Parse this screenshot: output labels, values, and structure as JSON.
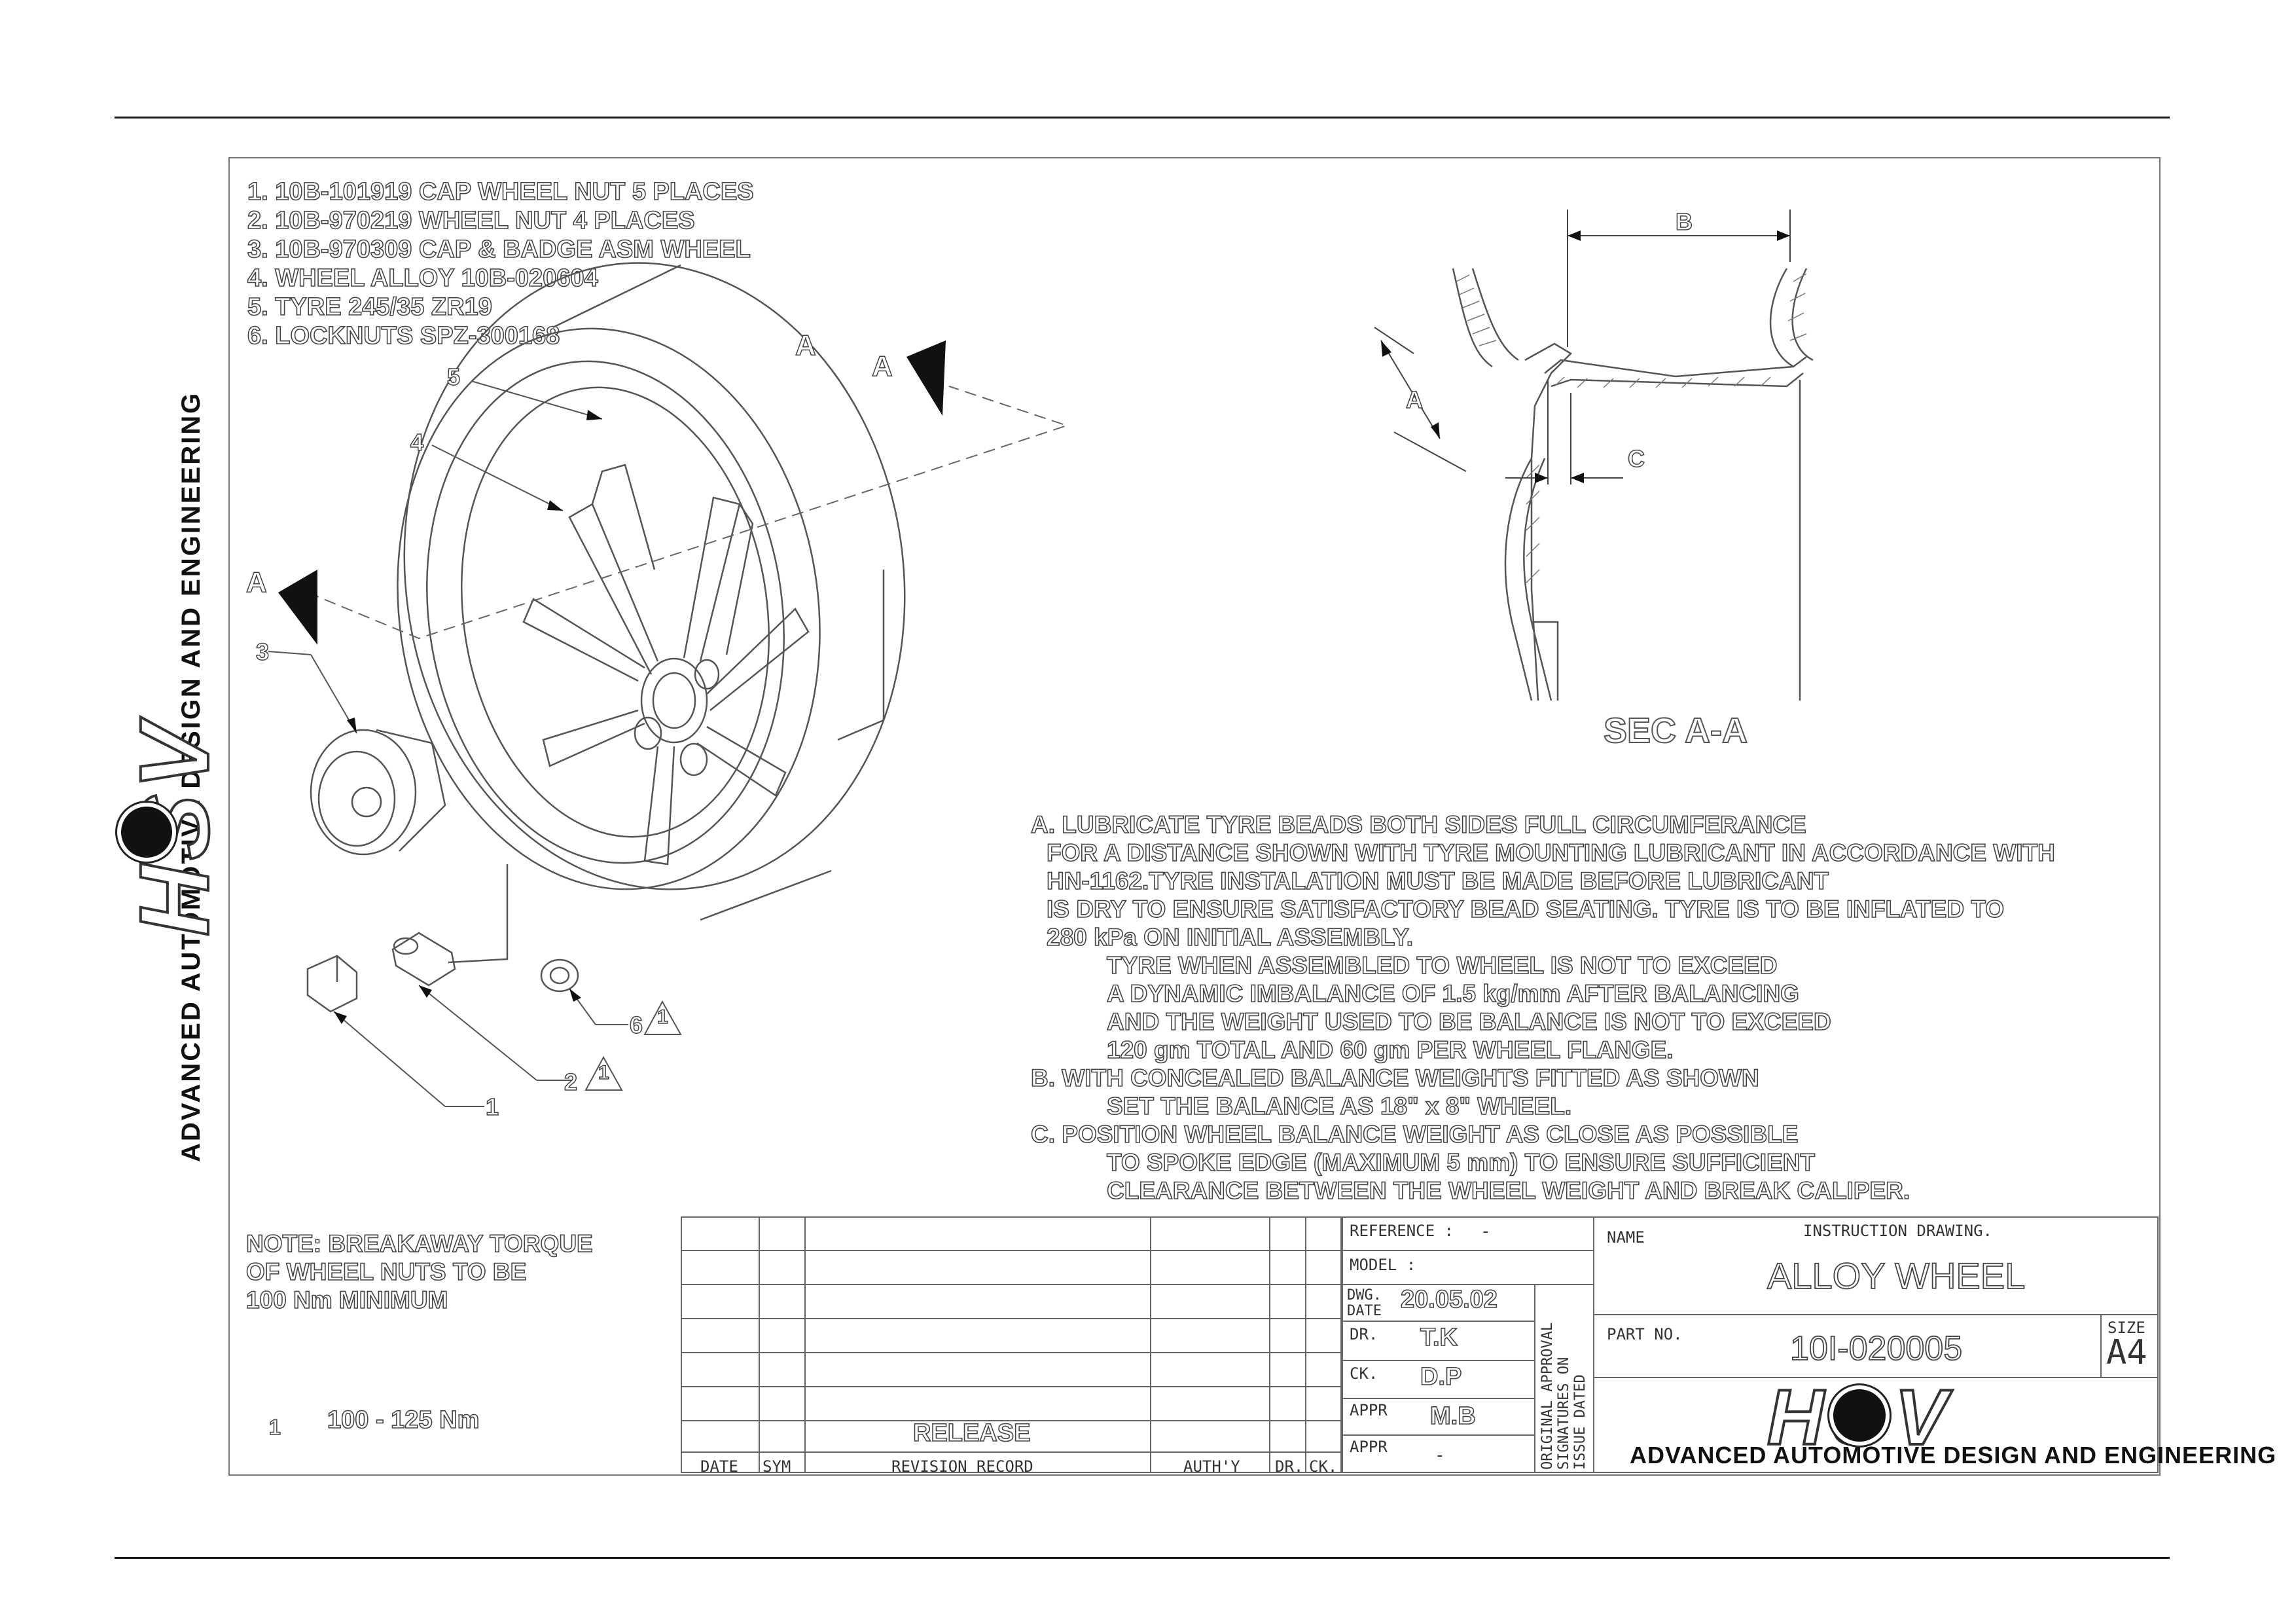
{
  "parts_list": [
    "1. 10B-101919 CAP WHEEL NUT 5 PLACES",
    "2. 10B-970219  WHEEL NUT 4 PLACES",
    "3. 10B-970309 CAP & BADGE ASM WHEEL",
    "4. WHEEL ALLOY 10B-020604",
    "5. TYRE 245/35 ZR19",
    "6. LOCKNUTS SPZ-300168"
  ],
  "section_marker": "A",
  "callouts": [
    "1",
    "2",
    "3",
    "4",
    "5",
    "6"
  ],
  "revision_triangle": "1",
  "dimension_labels": {
    "a": "A",
    "b": "B",
    "c": "C"
  },
  "section_title": "SEC A-A",
  "notes": [
    "A. LUBRICATE TYRE BEADS BOTH SIDES FULL CIRCUMFERANCE",
    "FOR A DISTANCE SHOWN WITH TYRE MOUNTING LUBRICANT IN ACCORDANCE WITH",
    "HN-1162.TYRE INSTALATION MUST BE MADE BEFORE LUBRICANT",
    "IS DRY TO ENSURE SATISFACTORY BEAD SEATING. TYRE IS TO BE INFLATED TO",
    "280 kPa ON INITIAL ASSEMBLY.",
    "TYRE WHEN ASSEMBLED TO WHEEL IS NOT TO EXCEED",
    "A DYNAMIC IMBALANCE OF 1.5 kg/mm AFTER BALANCING",
    "AND THE WEIGHT USED TO BE BALANCE IS NOT TO EXCEED",
    "120 gm TOTAL AND 60 gm PER WHEEL FLANGE.",
    "B. WITH CONCEALED BALANCE WEIGHTS FITTED AS SHOWN",
    "SET THE BALANCE AS 18\" x 8\" WHEEL.",
    "C. POSITION WHEEL BALANCE WEIGHT AS CLOSE AS POSSIBLE",
    "TO SPOKE EDGE (MAXIMUM 5 mm) TO ENSURE SUFFICIENT",
    "CLEARANCE BETWEEN THE WHEEL WEIGHT AND BREAK CALIPER."
  ],
  "torque_note": [
    "NOTE: BREAKAWAY TORQUE",
    "OF WHEEL NUTS TO BE",
    "100 Nm MINIMUM"
  ],
  "torque_range": "100 - 125 Nm",
  "company": "ADVANCED AUTOMOTIVE DESIGN AND ENGINEERING",
  "logo_text": "HSV",
  "revision_block": {
    "release": "RELEASE",
    "headers": [
      "DATE",
      "SYM",
      "REVISION RECORD",
      "AUTH'Y",
      "DR.",
      "CK."
    ]
  },
  "title_block": {
    "reference_label": "REFERENCE :",
    "reference_value": "-",
    "model_label": "MODEL :",
    "dwg_date_label": [
      "DWG.",
      "DATE"
    ],
    "dwg_date": "20.05.02",
    "dr_label": "DR.",
    "dr_value": "T.K",
    "ck_label": "CK.",
    "ck_value": "D.P",
    "appr_label": "APPR",
    "appr_value": "M.B",
    "appr2_label": "APPR",
    "appr2_value": "-",
    "approval_note": [
      "ORIGINAL APPROVAL",
      "SIGNATURES ON",
      "ISSUE DATED"
    ],
    "name_label": "NAME",
    "drawing_type": "INSTRUCTION DRAWING.",
    "name_value": "ALLOY WHEEL",
    "part_no_label": "PART NO.",
    "part_no_value": "10I-020005",
    "size_label": "SIZE",
    "size_value": "A4"
  }
}
